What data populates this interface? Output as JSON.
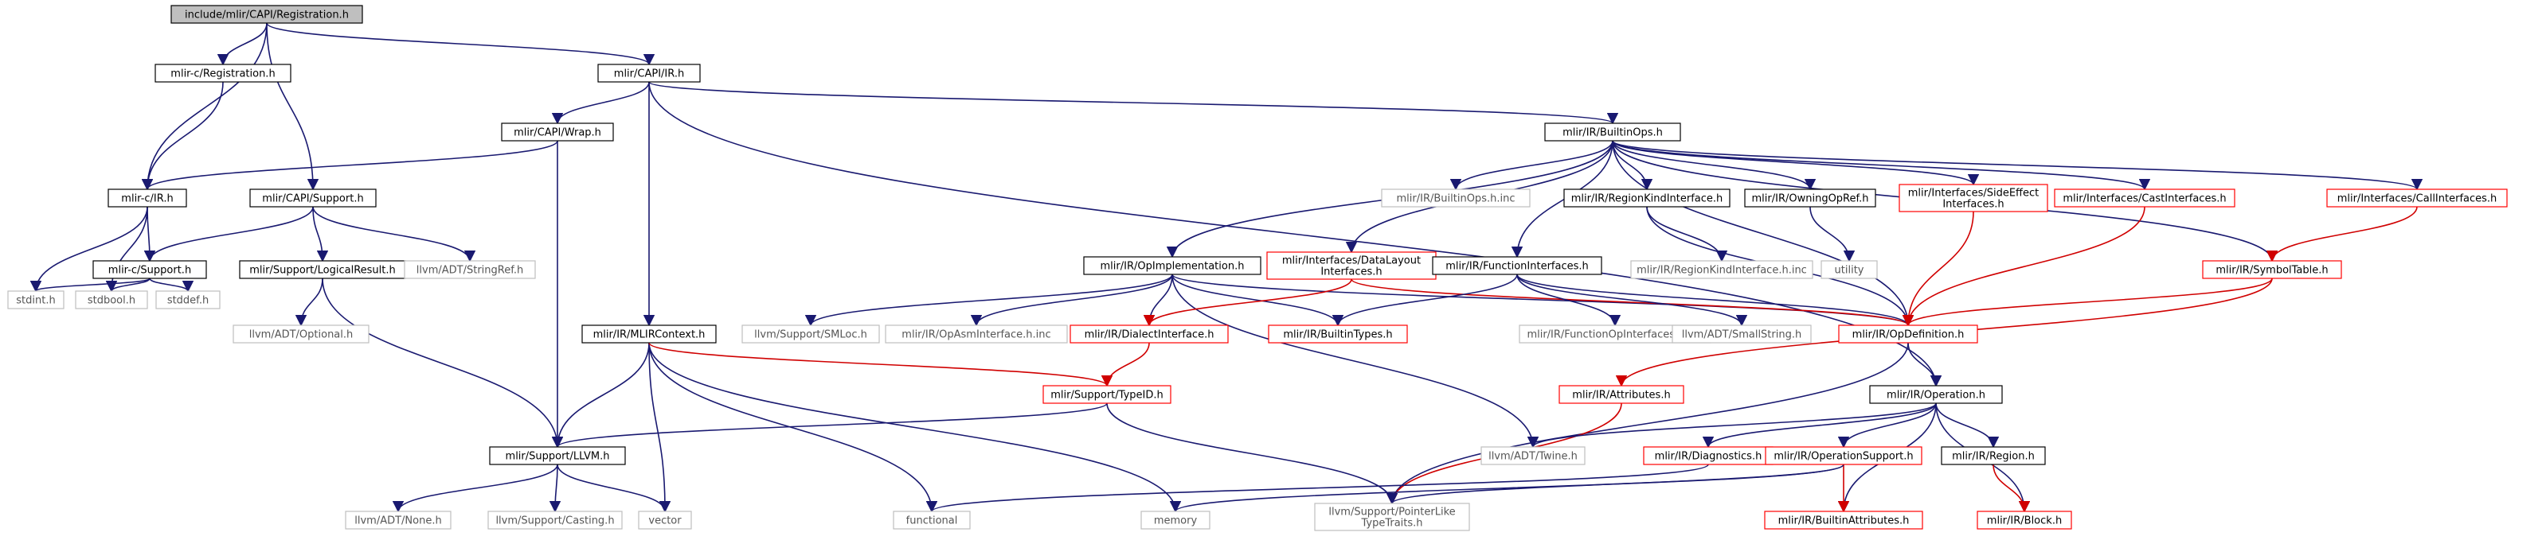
{
  "diagram": {
    "colors": {
      "edge": "#191970",
      "edge_red": "#d00000",
      "node_border_black": "#000000",
      "node_border_red": "#ff0000",
      "node_border_gray": "#bfbfbf",
      "root_fill": "#bfbfbf"
    },
    "nodes": {
      "root": "include/mlir/CAPI/Registration.h",
      "mlirc_registration": "mlir-c/Registration.h",
      "capi_ir": "mlir/CAPI/IR.h",
      "capi_wrap": "mlir/CAPI/Wrap.h",
      "mlirc_ir": "mlir-c/IR.h",
      "capi_support": "mlir/CAPI/Support.h",
      "mlirc_support": "mlir-c/Support.h",
      "logical_result": "mlir/Support/LogicalResult.h",
      "stringref": "llvm/ADT/StringRef.h",
      "stdint": "stdint.h",
      "stdbool": "stdbool.h",
      "stddef": "stddef.h",
      "optional": "llvm/ADT/Optional.h",
      "mlircontext": "mlir/IR/MLIRContext.h",
      "support_llvm": "mlir/Support/LLVM.h",
      "none": "llvm/ADT/None.h",
      "casting": "llvm/Support/Casting.h",
      "vector": "vector",
      "functional": "functional",
      "memory": "memory",
      "typeid": "mlir/Support/TypeID.h",
      "pointerlike": [
        "llvm/Support/PointerLike",
        "TypeTraits.h"
      ],
      "smloc": "llvm/Support/SMLoc.h",
      "opasm_inc": "mlir/IR/OpAsmInterface.h.inc",
      "dialect_interface": "mlir/IR/DialectInterface.h",
      "builtin_types": "mlir/IR/BuiltinTypes.h",
      "op_implementation": "mlir/IR/OpImplementation.h",
      "data_layout": [
        "mlir/Interfaces/DataLayout",
        "Interfaces.h"
      ],
      "builtin_ops": "mlir/IR/BuiltinOps.h",
      "builtin_ops_inc": "mlir/IR/BuiltinOps.h.inc",
      "function_interfaces": "mlir/IR/FunctionInterfaces.h",
      "function_op_inc": "mlir/IR/FunctionOpInterfaces.h.inc",
      "small_string": "llvm/ADT/SmallString.h",
      "region_kind": "mlir/IR/RegionKindInterface.h",
      "region_kind_inc": "mlir/IR/RegionKindInterface.h.inc",
      "owning_op_ref": "mlir/IR/OwningOpRef.h",
      "utility": "utility",
      "side_effect": [
        "mlir/Interfaces/SideEffect",
        "Interfaces.h"
      ],
      "cast_interfaces": "mlir/Interfaces/CastInterfaces.h",
      "call_interfaces": "mlir/Interfaces/CallInterfaces.h",
      "symbol_table": "mlir/IR/SymbolTable.h",
      "op_definition": "mlir/IR/OpDefinition.h",
      "attributes": "mlir/IR/Attributes.h",
      "operation": "mlir/IR/Operation.h",
      "twine": "llvm/ADT/Twine.h",
      "diagnostics": "mlir/IR/Diagnostics.h",
      "operation_support": "mlir/IR/OperationSupport.h",
      "region": "mlir/IR/Region.h",
      "builtin_attributes": "mlir/IR/BuiltinAttributes.h",
      "block": "mlir/IR/Block.h"
    }
  }
}
